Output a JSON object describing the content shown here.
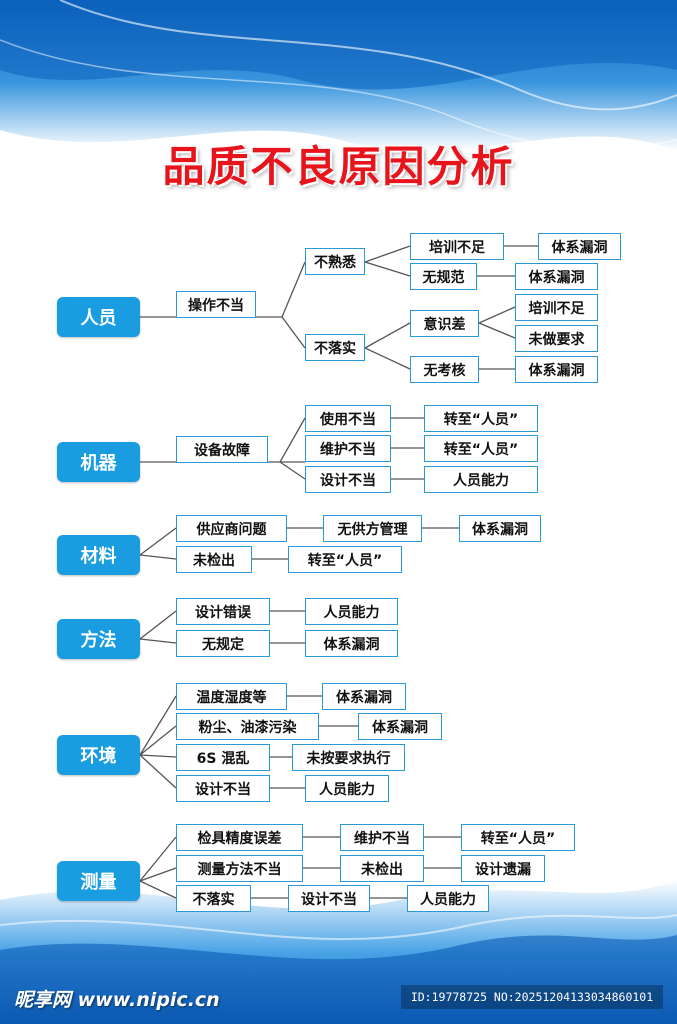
{
  "title": "品质不良原因分析",
  "footer": {
    "site": "昵享网 www.nipic.cn",
    "id_text": "ID:19778725 NO:20251204133034860101"
  },
  "categories": [
    {
      "label": "人员"
    },
    {
      "label": "机器"
    },
    {
      "label": "材料"
    },
    {
      "label": "方法"
    },
    {
      "label": "环境"
    },
    {
      "label": "测量"
    }
  ],
  "nodes": {
    "renyuan": {
      "caozuo": "操作不当",
      "bushuxi": "不熟悉",
      "buluoshi": "不落实",
      "peixun1": "培训不足",
      "tixi1": "体系漏洞",
      "wuguifan": "无规范",
      "tixi2": "体系漏洞",
      "yishicha": "意识差",
      "peixun2": "培训不足",
      "weizuo": "未做要求",
      "wukaohe": "无考核",
      "tixi3": "体系漏洞"
    },
    "jiqi": {
      "guzhang": "设备故障",
      "shiyong": "使用不当",
      "weihu": "维护不当",
      "sheji": "设计不当",
      "zhuan1": "转至“人员”",
      "zhuan2": "转至“人员”",
      "nengli": "人员能力"
    },
    "cailiao": {
      "gongying": "供应商问题",
      "wugongfang": "无供方管理",
      "tixi": "体系漏洞",
      "weijian": "未检出",
      "zhuan": "转至“人员”"
    },
    "fangfa": {
      "cuowu": "设计错误",
      "nengli": "人员能力",
      "wuguiding": "无规定",
      "tixi": "体系漏洞"
    },
    "huanjing": {
      "wendu": "温度湿度等",
      "tixi1": "体系漏洞",
      "fenchen": "粉尘、油漆污染",
      "tixi2": "体系漏洞",
      "hunluan": "6S 混乱",
      "weianyaoqiu": "未按要求执行",
      "sheji": "设计不当",
      "nengli": "人员能力"
    },
    "celiang": {
      "jianju": "检具精度误差",
      "weihu": "维护不当",
      "zhuan": "转至“人员”",
      "fangfa": "测量方法不当",
      "weijian": "未检出",
      "yilou": "设计遗漏",
      "buluoshi": "不落实",
      "sheji": "设计不当",
      "nengli": "人员能力"
    }
  },
  "colors": {
    "title": "#e8141b",
    "category_fill": "#1a9de0",
    "box_border": "#2a9ad6",
    "connector": "#555555",
    "background_wave": "#1e7fd0"
  }
}
